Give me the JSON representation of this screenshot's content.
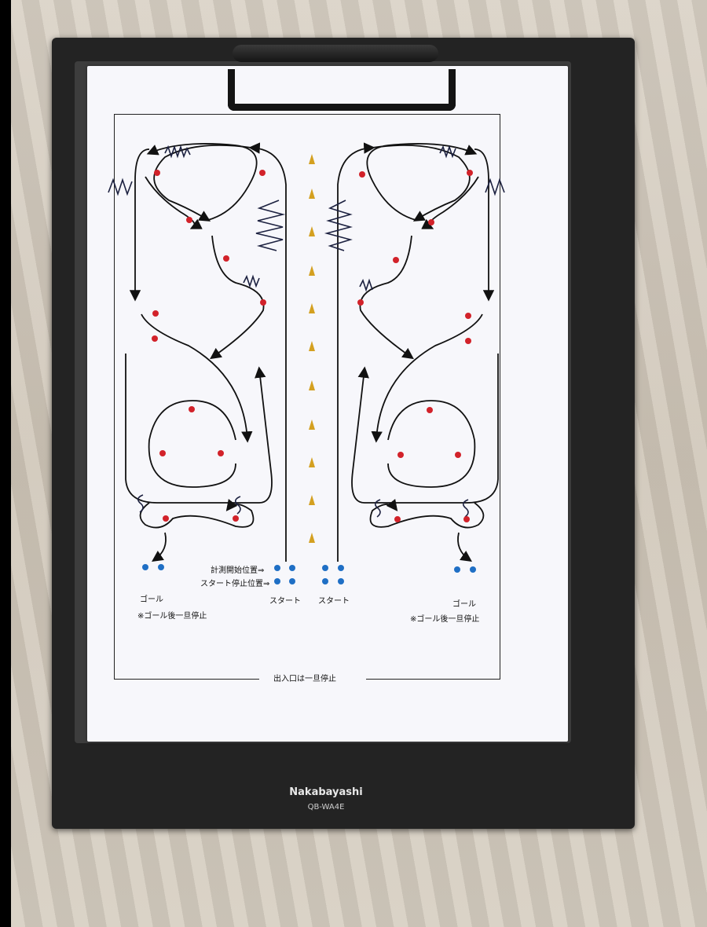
{
  "board": {
    "brand": "Nakabayashi",
    "model": "QB-WA4E"
  },
  "sheet": {
    "measure_start_label": "計測開始位置⇒",
    "start_stop_label": "スタート停止位置⇒",
    "start_left": "スタート",
    "start_right": "スタート",
    "goal_left": "ゴール",
    "goal_right": "ゴール",
    "goal_note_left": "※ゴール後一旦停止",
    "goal_note_right": "※ゴール後一旦停止",
    "exit_note": "出入口は一旦停止"
  },
  "colors": {
    "pylon": "#d4a020",
    "red_marker": "#d2222a",
    "blue_marker": "#1f6fc5",
    "board": "#232323",
    "paper": "#f7f7fb"
  }
}
